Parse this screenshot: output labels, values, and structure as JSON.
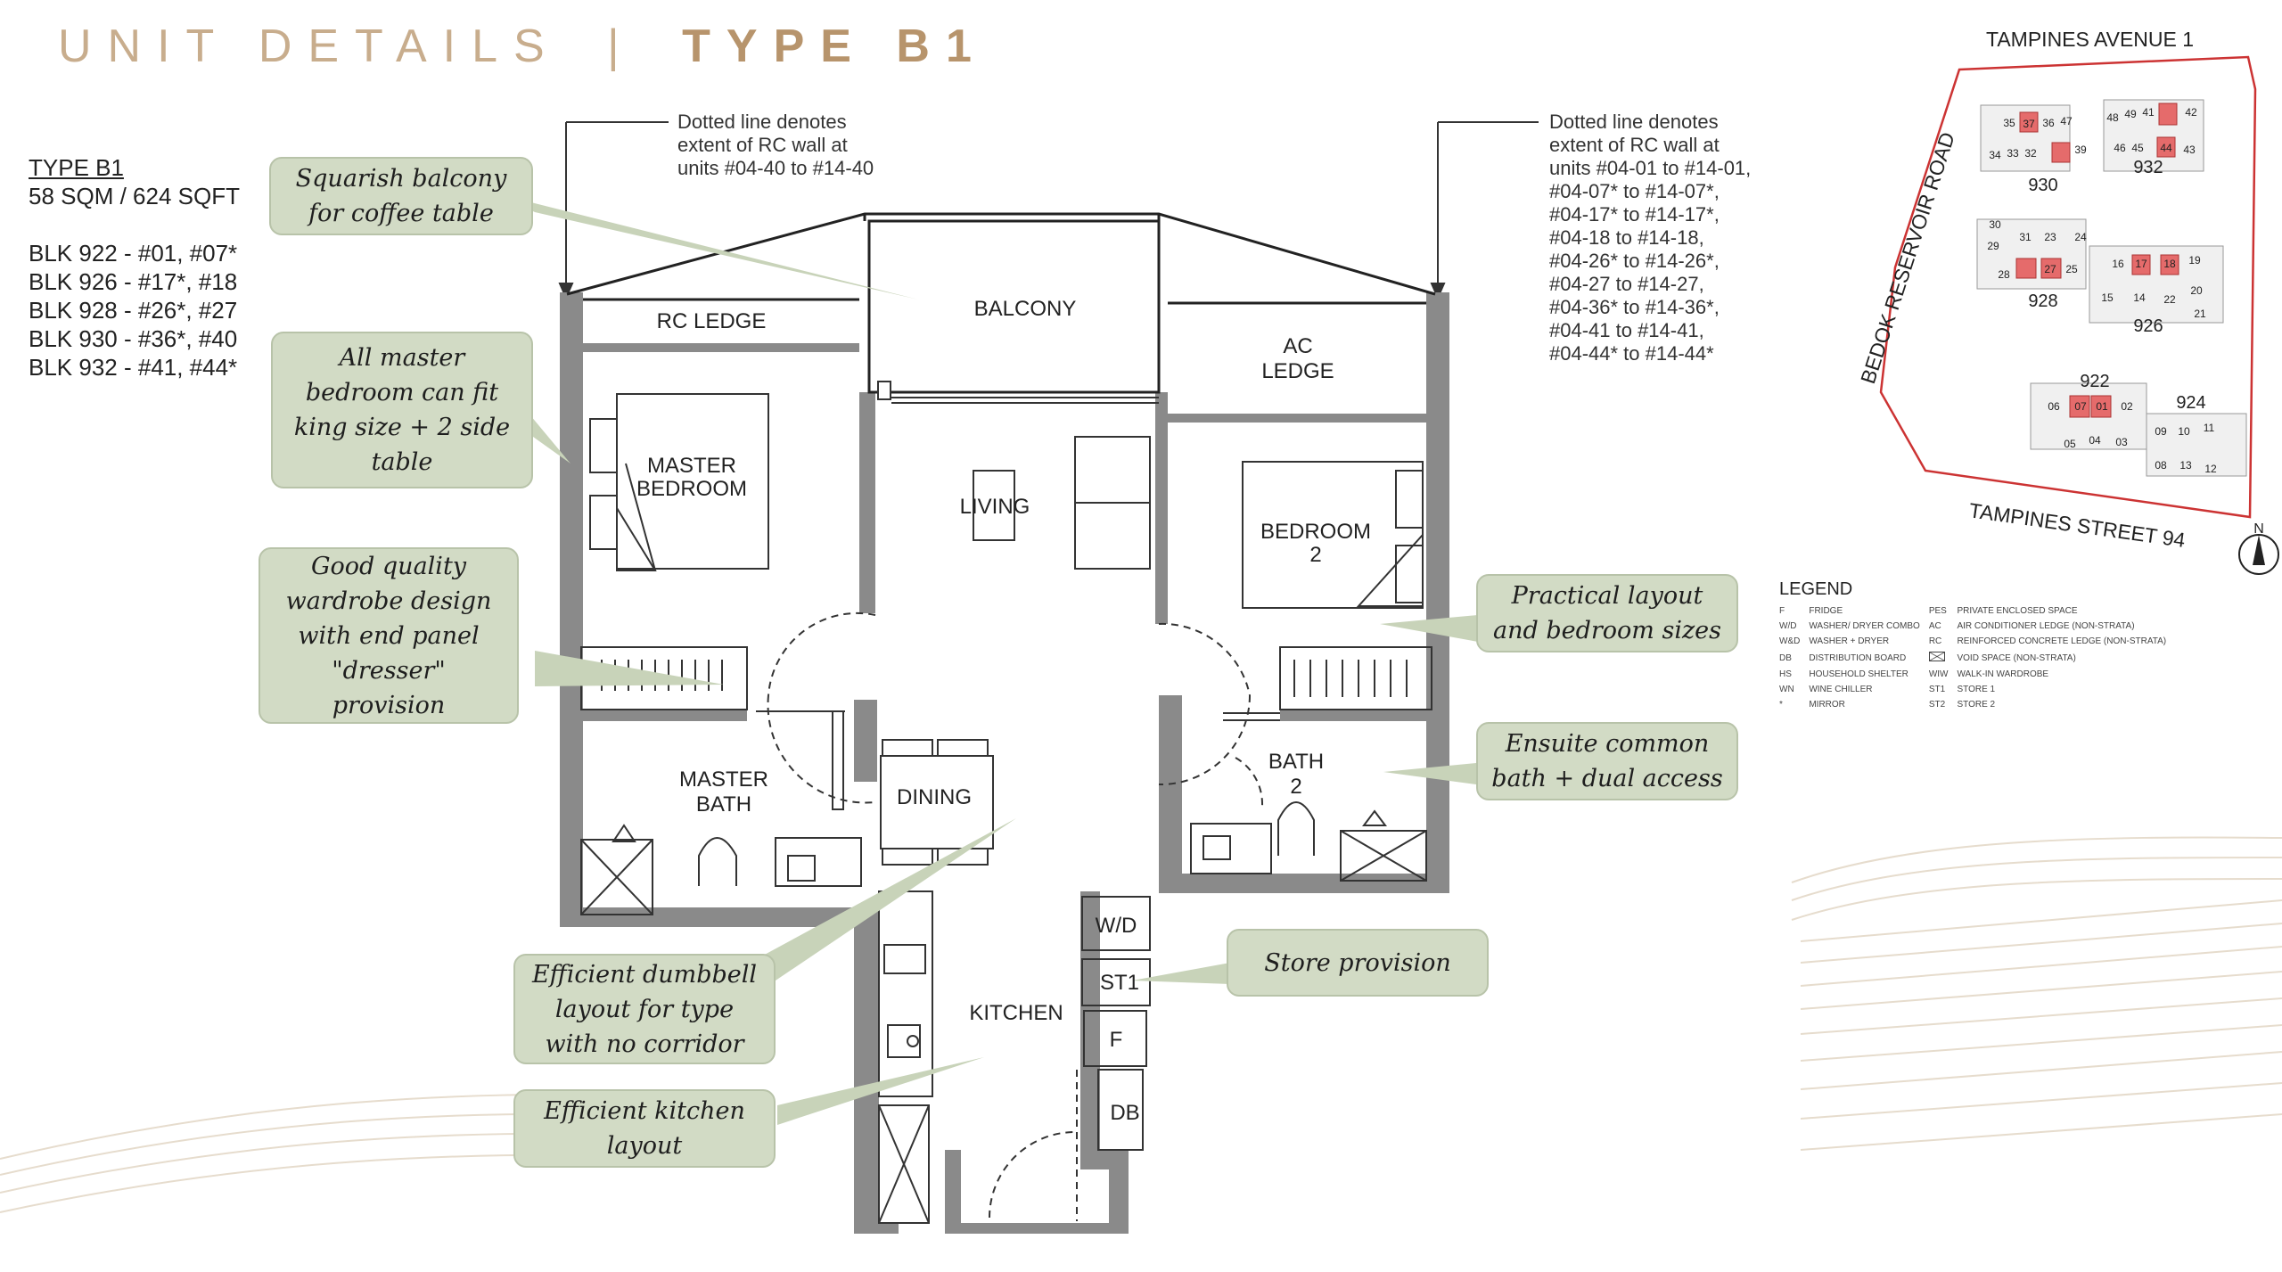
{
  "header": {
    "left": "UNIT DETAILS",
    "separator": "|",
    "right": "TYPE B1"
  },
  "unit_info": {
    "type": "TYPE B1",
    "size": "58 SQM / 624 SQFT",
    "blocks": [
      "BLK 922 - #01, #07*",
      "BLK 926 - #17*, #18",
      "BLK 928 - #26*, #27",
      "BLK 930 - #36*, #40",
      "BLK 932 - #41, #44*"
    ]
  },
  "notes": {
    "left": [
      "Dotted line denotes",
      "extent of RC wall at",
      "units #04-40 to #14-40"
    ],
    "right": [
      "Dotted line denotes",
      "extent of RC wall at",
      "units #04-01 to #14-01,",
      "#04-07* to #14-07*,",
      "#04-17* to #14-17*,",
      "#04-18 to #14-18,",
      "#04-26* to #14-26*,",
      "#04-27 to #14-27,",
      "#04-36* to #14-36*,",
      "#04-41 to #14-41,",
      "#04-44* to #14-44*"
    ]
  },
  "callouts": {
    "balcony": [
      "Squarish balcony",
      "for coffee table"
    ],
    "master": [
      "All master",
      "bedroom can fit",
      "king size + 2 side",
      "table"
    ],
    "wardrobe": [
      "Good quality",
      "wardrobe design",
      "with end panel",
      "\"dresser\"",
      "provision"
    ],
    "practical": [
      "Practical layout",
      "and bedroom sizes"
    ],
    "ensuite": [
      "Ensuite common",
      "bath + dual access"
    ],
    "store": [
      "Store provision"
    ],
    "dumbbell": [
      "Efficient dumbbell",
      "layout for type",
      "with no corridor"
    ],
    "kitchen": [
      "Efficient kitchen",
      "layout"
    ]
  },
  "rooms": {
    "rc_ledge": "RC LEDGE",
    "balcony": "BALCONY",
    "ac_ledge": [
      "AC",
      "LEDGE"
    ],
    "master_bedroom": [
      "MASTER",
      "BEDROOM"
    ],
    "living": "LIVING",
    "bedroom2": [
      "BEDROOM",
      "2"
    ],
    "master_bath": [
      "MASTER",
      "BATH"
    ],
    "dining": "DINING",
    "bath2": [
      "BATH",
      "2"
    ],
    "wd": "W/D",
    "st1": "ST1",
    "f": "F",
    "kitchen": "KITCHEN",
    "db": "DB"
  },
  "siteplan": {
    "roads": {
      "north": "TAMPINES AVENUE 1",
      "west": "BEDOK RESERVOIR ROAD",
      "south": "TAMPINES STREET 94"
    },
    "blocks": [
      "930",
      "932",
      "928",
      "926",
      "922",
      "924"
    ],
    "unit_numbers": [
      "35",
      "37",
      "36",
      "47",
      "48",
      "49",
      "41",
      "42",
      "34",
      "33",
      "32",
      "39",
      "46",
      "45",
      "44",
      "43",
      "30",
      "31",
      "23",
      "24",
      "29",
      "28",
      "27",
      "25",
      "16",
      "17",
      "18",
      "19",
      "15",
      "14",
      "22",
      "20",
      "21",
      "06",
      "07",
      "01",
      "02",
      "09",
      "10",
      "11",
      "05",
      "04",
      "03",
      "08",
      "13",
      "12"
    ],
    "north_label": "N"
  },
  "legend": {
    "title": "LEGEND",
    "left": [
      [
        "F",
        "FRIDGE"
      ],
      [
        "W/D",
        "WASHER/ DRYER COMBO"
      ],
      [
        "W&D",
        "WASHER + DRYER"
      ],
      [
        "DB",
        "DISTRIBUTION BOARD"
      ],
      [
        "HS",
        "HOUSEHOLD SHELTER"
      ],
      [
        "WN",
        "WINE CHILLER"
      ],
      [
        "*",
        "MIRROR"
      ]
    ],
    "right": [
      [
        "PES",
        "PRIVATE ENCLOSED SPACE"
      ],
      [
        "AC",
        "AIR CONDITIONER LEDGE (NON-STRATA)"
      ],
      [
        "RC",
        "REINFORCED CONCRETE LEDGE (NON-STRATA)"
      ],
      [
        "",
        "VOID SPACE (NON-STRATA)"
      ],
      [
        "WIW",
        "WALK-IN WARDROBE"
      ],
      [
        "ST1",
        "STORE 1"
      ],
      [
        "ST2",
        "STORE 2"
      ]
    ]
  },
  "colors": {
    "header_light": "#c8ad8d",
    "header_bold": "#b7946c",
    "callout_fill": "#d2dbc5",
    "wall": "#8a8a8a",
    "boundary": "#cc3333",
    "unit_highlight": "#e56b6b"
  }
}
